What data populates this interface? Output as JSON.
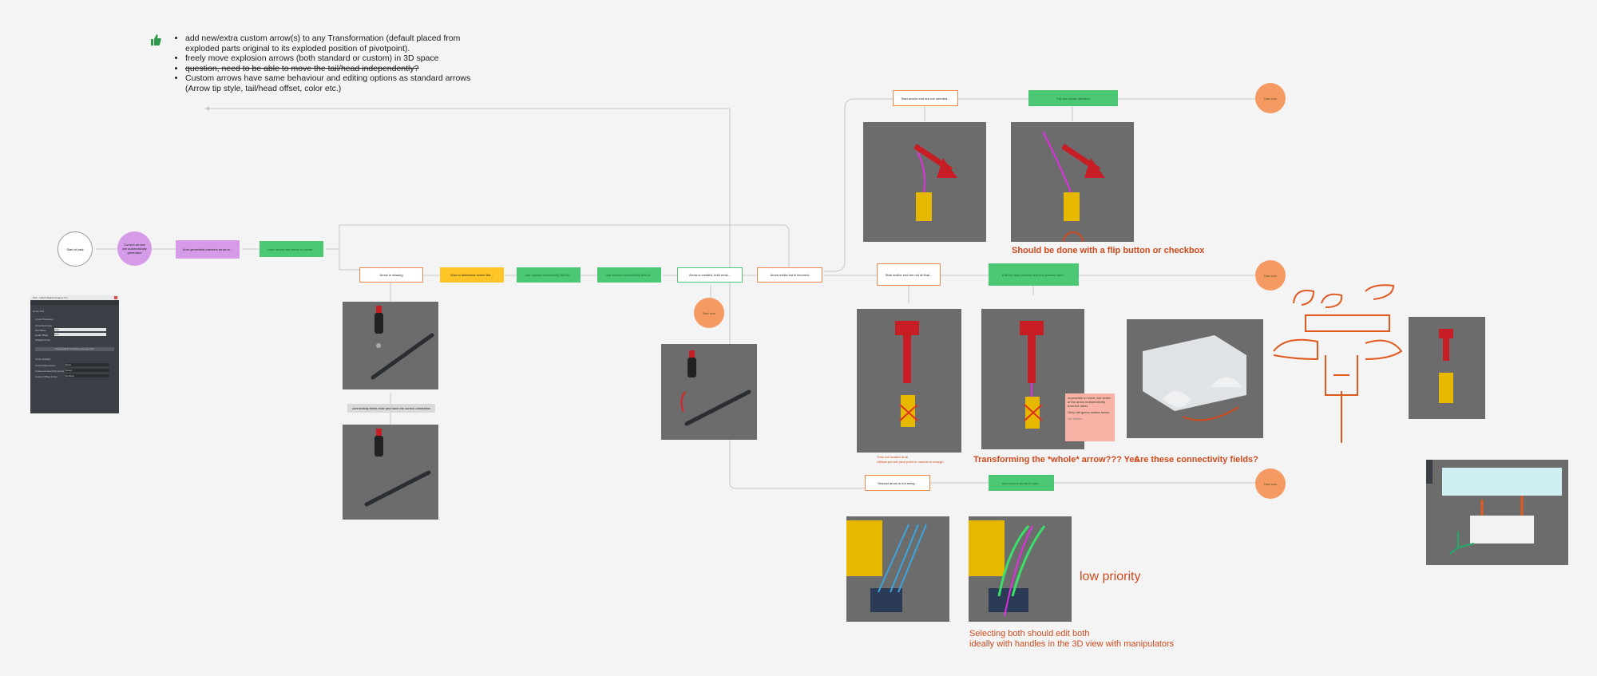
{
  "notes": {
    "bullets": [
      "add new/extra custom arrow(s) to any Transformation (default placed from exploded parts original to its exploded position of pivotpoint).",
      "freely move explosion arrows (both standard or custom) in 3D space",
      "question, need to be able to move the tail/head independently?",
      "Custom arrows have same behaviour and editing options as standard arrows (Arrow tip style, tail/head offset, color etc.)"
    ]
  },
  "flow": {
    "start": "Start of task",
    "current_arrows": "Current arrows are automatically generated",
    "auto_generated": "Auto generated transient arrow is...",
    "user_moves": "User moves the arrow to create...",
    "arrow_missing": "Arrow is missing",
    "how_to_determine": "How to determine where the...",
    "use_closest": "Use closest connectivity field fo...",
    "use_second": "Use second connectivity field fo...",
    "arrow_created": "Arrow is created, both ends...",
    "arrow_exists": "Arrow exists but is incorrect",
    "task_over": "Task over",
    "start_end_not_oriented": "Start and/or end are not oriented...",
    "flip": "Flip the vector direction",
    "start_end_not_at_final": "Start and/or end are not at final...",
    "edit_start": "Edit the start position and end position with...",
    "second_arrow": "Second arrow is not being...",
    "add_second": "Add second arrow in right...",
    "connectivity_tag": "connectivity fields exist and have the correct orientation"
  },
  "annotations": {
    "flip_button": "Should be done with a flip button or checkbox",
    "transforming": "Transforming the *whole* arrow??? Yes",
    "connectivity_q": "Are these connectivity fields?",
    "low_priority": "low priority",
    "selecting_both_1": "Selecting both should edit both",
    "selecting_both_2": "ideally with handles in the 3D view with manipulators",
    "tube_note_1": "Tube not located at all",
    "tube_note_2": "Utilises pre-set pivot point or manner is enough",
    "sticky_1": "Impossible to move one vertex of the arrow independently from the other.",
    "sticky_2": "Only rule gizmo makes sense.",
    "sticky_3": "Ud Stefan"
  },
  "panel": {
    "title": "Part - LEGO Digital Designer Pro",
    "tabs": [
      "Arrow Tool"
    ],
    "section1": "Arrow Properties",
    "label_arrowhead": "Arrowhead type",
    "label_tail": "Tail Offset",
    "label_head": "Head Offset",
    "label_straight": "Straight Arrow",
    "val_tail": "0.00",
    "val_head": "0.00",
    "button": "Unbreakable Transitive Arrangement",
    "section2": "Arrow Visibility",
    "vis1": "Connectivity Arrow",
    "vis2": "Custom Connectivity Arrow",
    "vis3": "Custom Offset Arrow",
    "opt1": "None",
    "opt2": "Green",
    "opt3": "Centred"
  },
  "colors": {
    "orange": "#f08a4b",
    "green": "#4cc774",
    "purple": "#d69be8",
    "yellow": "#ffc426",
    "annotation_red": "#d04a1d"
  }
}
